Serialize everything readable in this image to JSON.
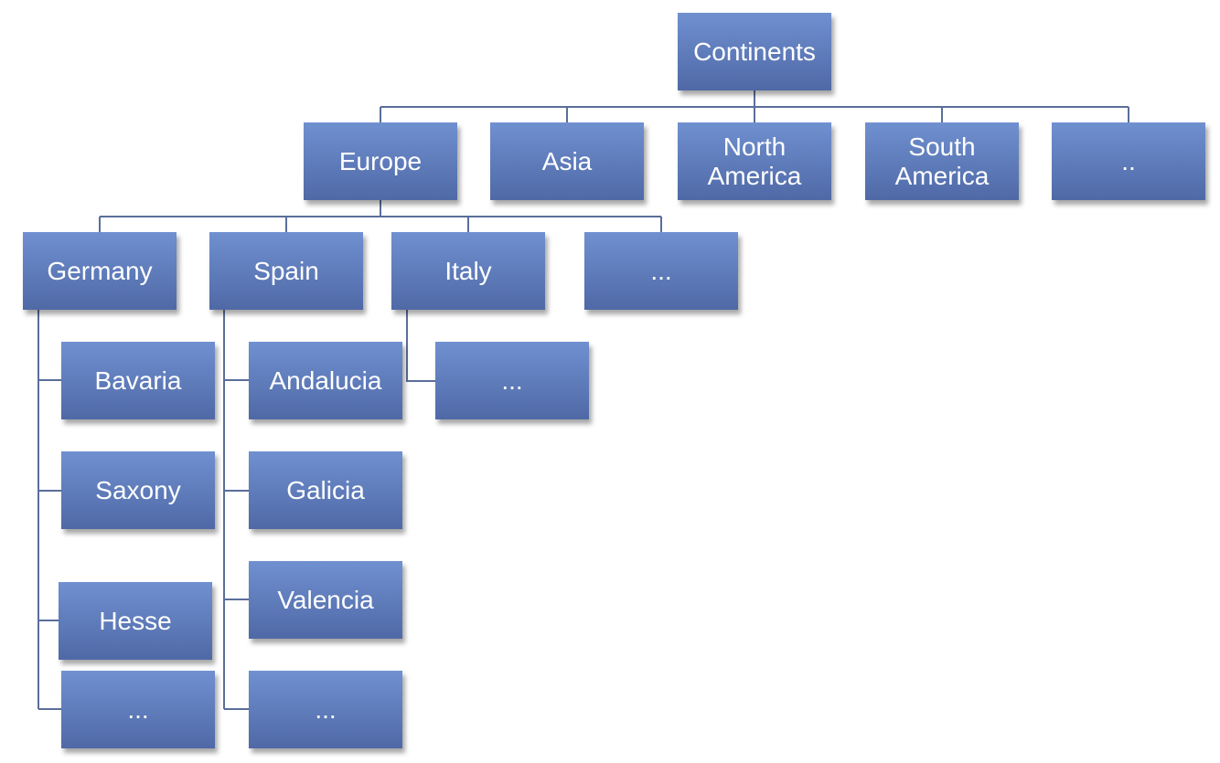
{
  "root": "Continents",
  "continents": [
    "Europe",
    "Asia",
    "North America",
    "South America",
    ".."
  ],
  "countries": [
    "Germany",
    "Spain",
    "Italy",
    "..."
  ],
  "germany_regions": [
    "Bavaria",
    "Saxony",
    "Hesse",
    "..."
  ],
  "spain_regions": [
    "Andalucia",
    "Galicia",
    "Valencia",
    "..."
  ],
  "italy_regions": [
    "..."
  ],
  "colors": {
    "box_top": "#7090d0",
    "box_bottom": "#4f69a6",
    "connector": "#5a6e9a"
  }
}
